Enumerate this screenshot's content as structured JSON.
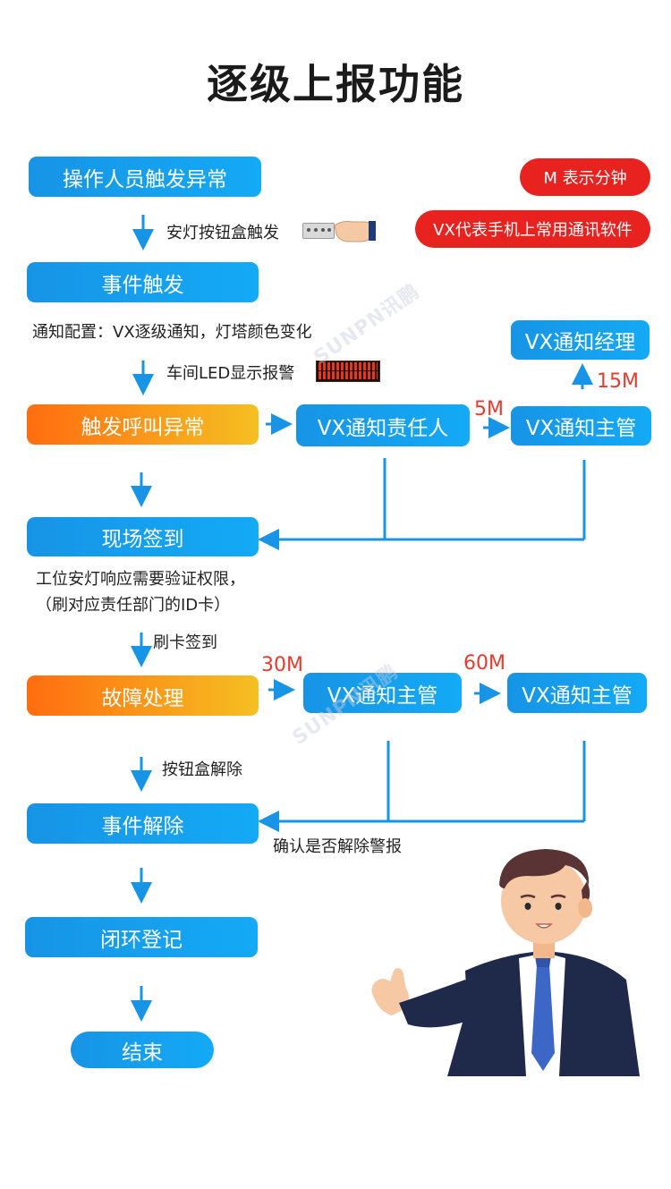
{
  "title": "逐级上报功能",
  "notes": {
    "minute": "M 表示分钟",
    "vx": "VX代表手机上常用通讯软件"
  },
  "flow": {
    "operator_trigger": "操作人员触发异常",
    "step_lamp_button": "安灯按钮盒触发",
    "event_trigger": "事件触发",
    "notify_config": "通知配置：VX逐级通知，灯塔颜色变化",
    "step_led": "车间LED显示报警",
    "call_abnormal": "触发呼叫异常",
    "vx_responsible": "VX通知责任人",
    "vx_supervisor_1": "VX通知主管",
    "vx_manager": "VX通知经理",
    "time_5m": "5M",
    "time_15m": "15M",
    "site_checkin": "现场签到",
    "verify_line1": "工位安灯响应需要验证权限，",
    "verify_line2": "（刷对应责任部门的ID卡）",
    "step_card": "刷卡签到",
    "fault_handling": "故障处理",
    "time_30m": "30M",
    "time_60m": "60M",
    "vx_supervisor_2": "VX通知主管",
    "vx_supervisor_3": "VX通知主管",
    "step_release": "按钮盒解除",
    "event_release": "事件解除",
    "confirm_release": "确认是否解除警报",
    "closed_loop": "闭环登记",
    "end": "结束"
  },
  "watermark": "SUNPN讯鹏",
  "colors": {
    "blue": "#1794e6",
    "orange": "#ff6d10",
    "red_note": "#e8221f",
    "time_red": "#e43b2f"
  }
}
